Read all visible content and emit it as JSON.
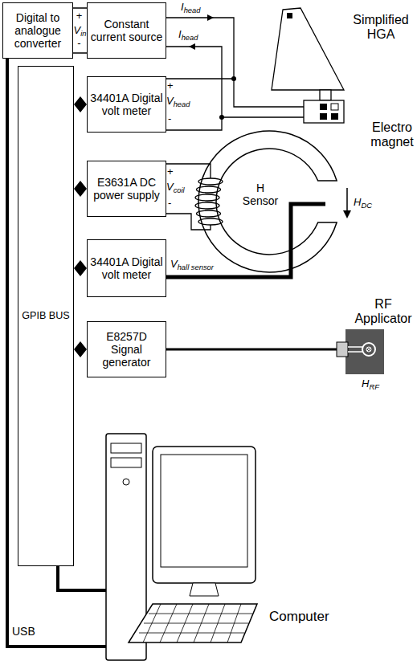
{
  "diagram": {
    "nodes": [
      {
        "text": [
          "Digital to analogue converter"
        ]
      },
      {
        "text": [
          "Constant current source"
        ]
      },
      {
        "text": [
          "GPIB BUS"
        ]
      },
      {
        "text": [
          "34401A Digital volt meter"
        ]
      },
      {
        "text": [
          "E3631A DC power supply"
        ]
      },
      {
        "text": [
          "34401A Digital volt meter"
        ]
      },
      {
        "text": [
          "E8257D Signal generator"
        ]
      }
    ],
    "edges": [
      {
        "from": 0,
        "to": 1,
        "label": "Vin",
        "arrow": "none"
      },
      {
        "from": 2,
        "to": 3,
        "arrow": "both"
      },
      {
        "from": 2,
        "to": 4,
        "arrow": "both"
      },
      {
        "from": 2,
        "to": 5,
        "arrow": "both"
      },
      {
        "from": 2,
        "to": 6,
        "arrow": "both"
      }
    ],
    "labels": [
      "+",
      "-",
      "Ihead",
      "Ihead",
      "Simplified HGA",
      "+",
      "Vhead",
      "-",
      "Electro magnet",
      "+",
      "Vcoil",
      "-",
      "H Sensor",
      "HDC",
      "Vhall sensor",
      "RF Applicator",
      "HRF",
      "USB",
      "Computer"
    ]
  }
}
